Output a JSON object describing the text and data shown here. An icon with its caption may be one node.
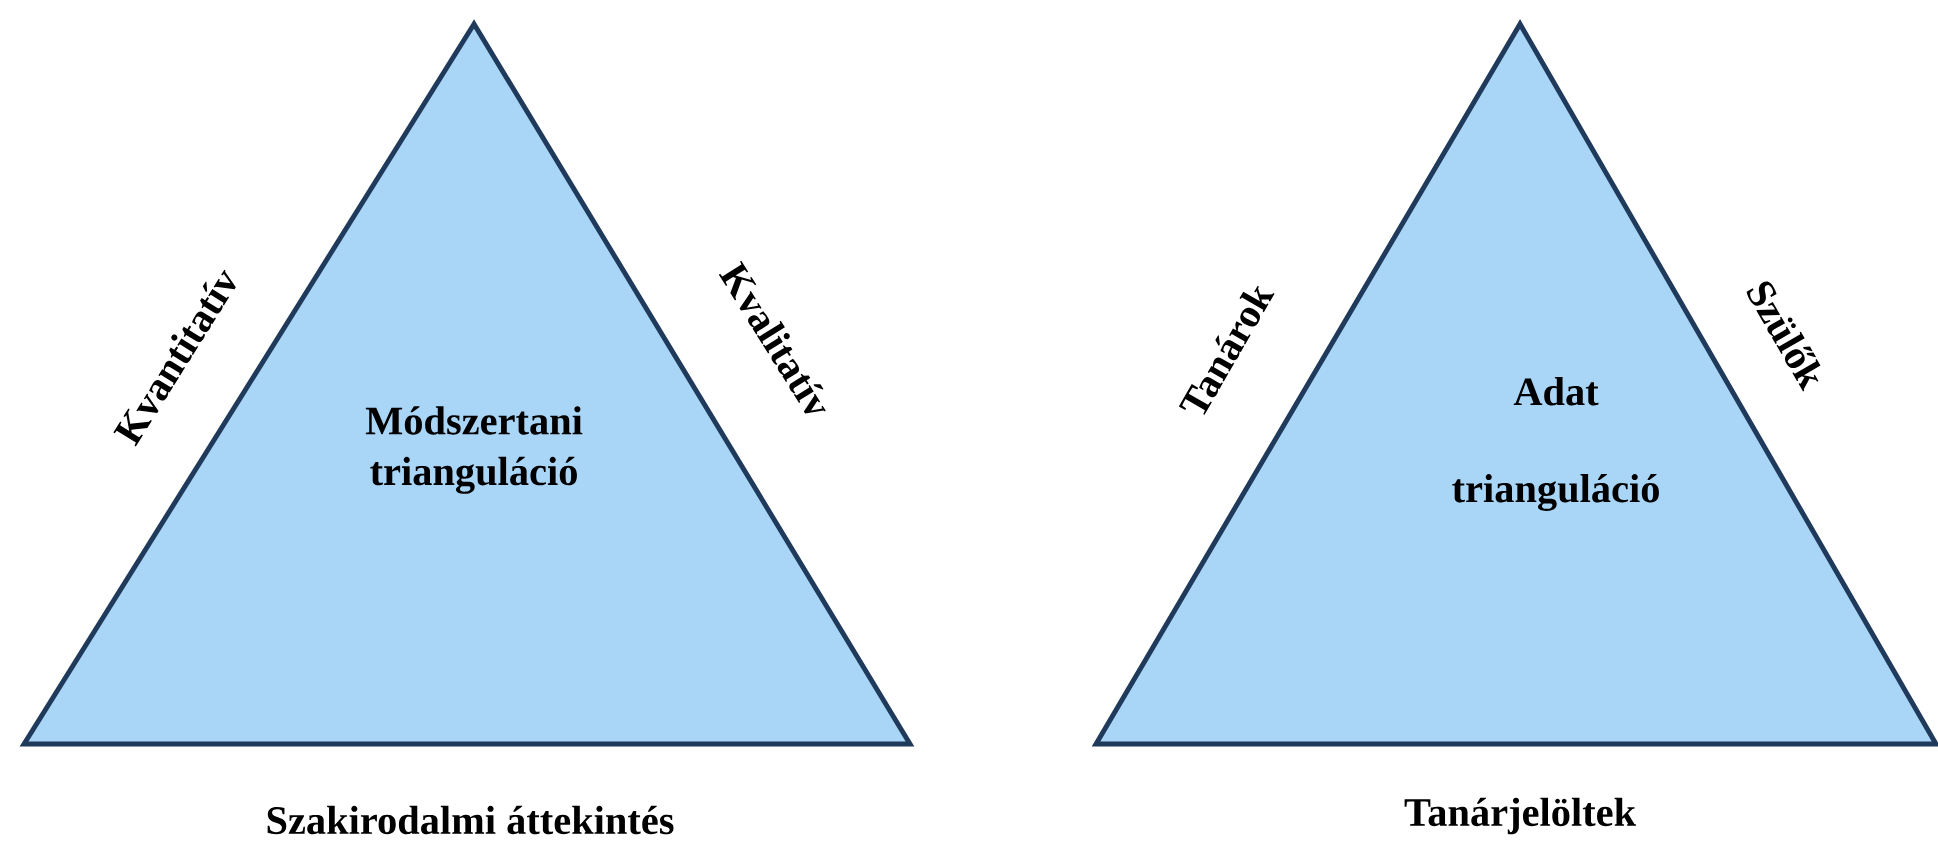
{
  "diagram": {
    "nodes": [
      {
        "text": [
          "Módszertani trianguláció"
        ],
        "beside": [
          "Kvantitatív",
          "Kvalitatív",
          "Szakirodalmi áttekintés"
        ]
      },
      {
        "text": [
          "Adat trianguláció"
        ],
        "beside": [
          "Tanárok",
          "Szülők",
          "Tanárjelöltek"
        ]
      }
    ]
  }
}
